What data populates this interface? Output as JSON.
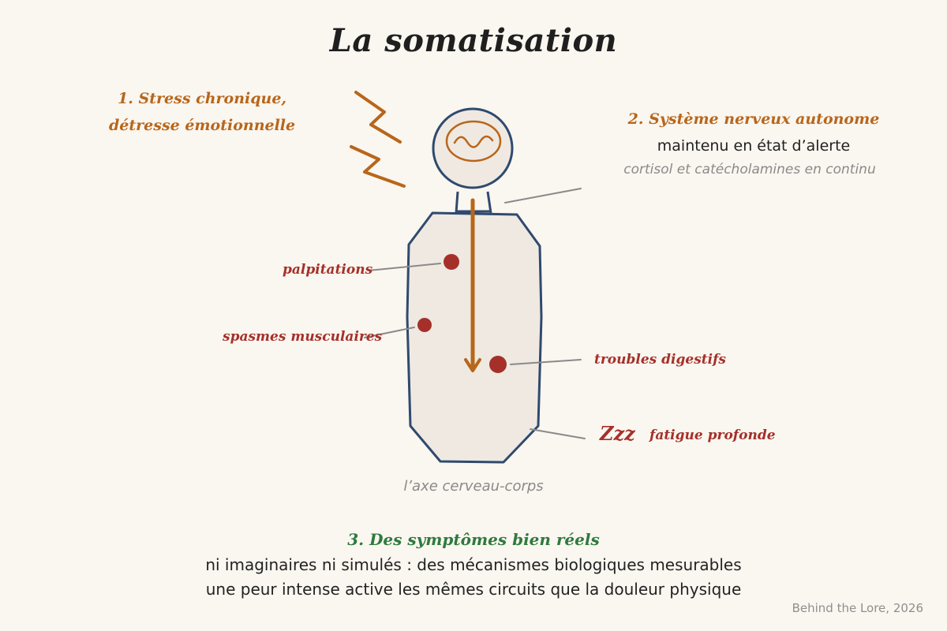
{
  "title": "La somatisation",
  "step1": {
    "line1": "1. Stress chronique,",
    "line2": "détresse émotionnelle"
  },
  "step2": {
    "title": "2. Système nerveux autonome",
    "subtitle": "maintenu en état d’alerte",
    "note": "cortisol et catécholamines en continu"
  },
  "symptoms": {
    "palpitations": "palpitations",
    "spasms": "spasmes musculaires",
    "digestive": "troubles digestifs",
    "fatigue_icon": "Zzz",
    "fatigue": "fatigue profonde"
  },
  "axis_label": "l’axe cerveau-corps",
  "step3": {
    "title": "3. Des symptômes bien réels",
    "line1": "ni imaginaires ni simulés : des mécanismes biologiques mesurables",
    "line2": "une peur intense active les mêmes circuits que la douleur physique"
  },
  "credit": "Behind the Lore, 2026",
  "colors": {
    "background": "#faf6f0",
    "outline": "#2f4a6e",
    "orange": "#b8661a",
    "red": "#a5302a",
    "green": "#2e7a3e",
    "grey": "#8a8a8a"
  }
}
